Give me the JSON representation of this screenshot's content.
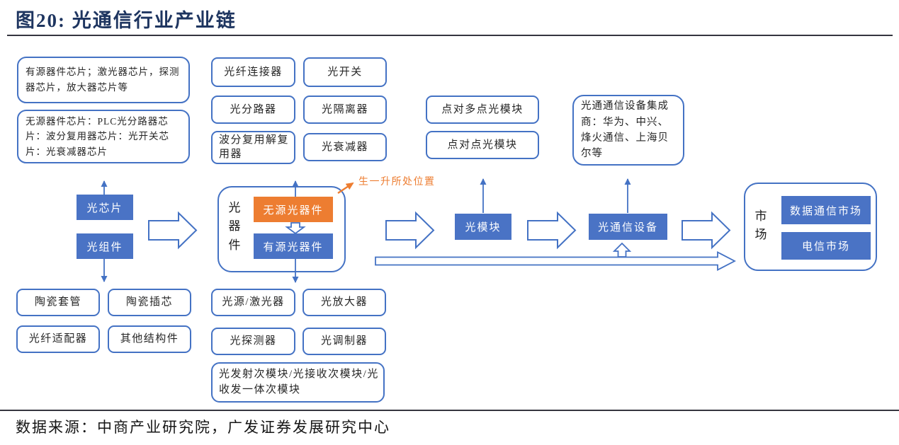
{
  "figure": {
    "title": "图20:  光通信行业产业链",
    "source": "数据来源：中商产业研究院，广发证券发展研究中心"
  },
  "colors": {
    "title_navy": "#1e3560",
    "box_border_blue": "#4472c4",
    "box_fill_blue": "#4a73c5",
    "highlight_orange": "#ed7d31",
    "rule_dark": "#35353f",
    "text_dark": "#262626"
  },
  "upstream_chips": {
    "active_chips": "有源器件芯片；激光器芯片，探测器芯片，放大器芯片等",
    "passive_chips": "无源器件芯片：PLC光分路器芯片：波分复用器芯片：光开关芯片：光衰减器芯片"
  },
  "passive_devices": {
    "items": [
      "光纤连接器",
      "光开关",
      "光分路器",
      "光隔离器",
      "波分复用解复用器",
      "光衰减器"
    ]
  },
  "module_types": {
    "items": [
      "点对多点光模块",
      "点对点光模块"
    ]
  },
  "integrators": {
    "label": "光通通信设备集成商：华为、中兴、烽火通信、上海贝尔等"
  },
  "chain": {
    "chip": "光芯片",
    "component": "光组件",
    "device_group": "光器件",
    "passive_device": "无源光器件",
    "active_device": "有源光器件",
    "module": "光模块",
    "equipment": "光通信设备",
    "market_group": "市场",
    "datacom_market": "数据通信市场",
    "telecom_market": "电信市场"
  },
  "annotation": {
    "label": "生一升所处位置"
  },
  "structural_parts": {
    "items": [
      "陶瓷套管",
      "陶瓷插芯",
      "光纤适配器",
      "其他结构件"
    ]
  },
  "active_parts": {
    "items": [
      "光源/激光器",
      "光放大器",
      "光探测器",
      "光调制器"
    ],
    "wide": "光发射次模块/光接收次模块/光收发一体次模块"
  }
}
